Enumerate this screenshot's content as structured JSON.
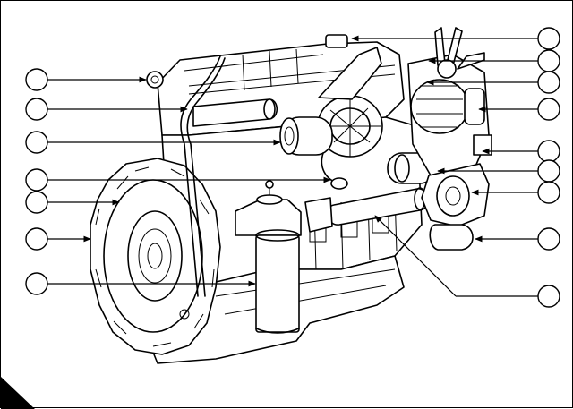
{
  "figure": {
    "kind": "engine-component-locator",
    "callout_count_left": 7,
    "callout_count_right": 9,
    "colors": {
      "ink": "#000000",
      "paper": "#ffffff",
      "corner_tab": "#000000"
    },
    "icons": [
      "callout-circle",
      "leader-arrow",
      "corner-tab"
    ]
  }
}
